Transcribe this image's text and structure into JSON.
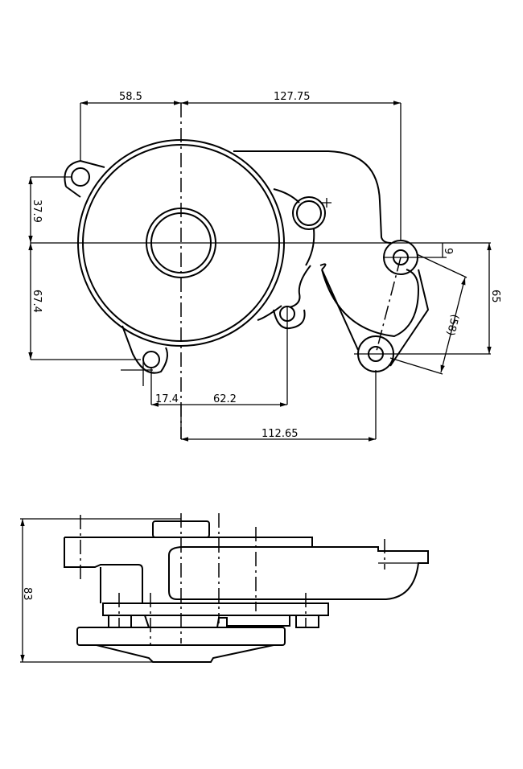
{
  "drawing": {
    "top_view": {
      "dimensions": {
        "d_58_5": "58.5",
        "d_127_75": "127.75",
        "d_37_9": "37.9",
        "d_67_4": "67.4",
        "d_65": "65",
        "d_9": "9",
        "d_58": "(58)",
        "d_17_4": "17.4",
        "d_62_2": "62.2",
        "d_112_65": "112.65"
      }
    },
    "side_view": {
      "dimensions": {
        "d_83": "83"
      }
    }
  }
}
